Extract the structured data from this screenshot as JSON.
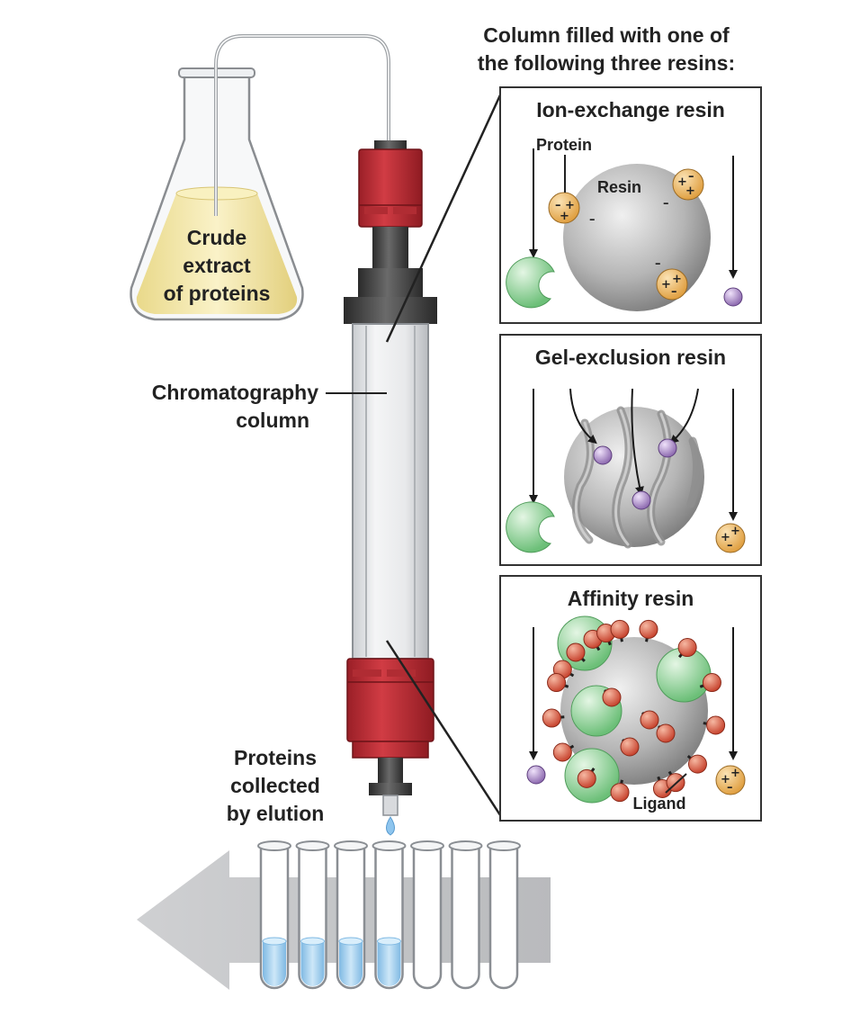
{
  "header": {
    "line1": "Column filled with one of",
    "line2": "the following three resins:"
  },
  "flask": {
    "line1": "Crude",
    "line2": "extract",
    "line3": "of proteins"
  },
  "column": {
    "line1": "Chromatography",
    "line2": "column"
  },
  "elution": {
    "line1": "Proteins",
    "line2": "collected",
    "line3": "by elution"
  },
  "panels": {
    "ion_exchange": {
      "title": "Ion-exchange resin",
      "protein_label": "Protein",
      "resin_label": "Resin"
    },
    "gel_exclusion": {
      "title": "Gel-exclusion resin"
    },
    "affinity": {
      "title": "Affinity resin",
      "ligand_label": "Ligand"
    }
  },
  "colors": {
    "column_red": "#c8323a",
    "liquid_yellow": "#f3e6a6",
    "protein_green": "#7fc98a",
    "charged_orange": "#e8a94e",
    "small_purple": "#9a78b8",
    "ligand_red": "#d4553a",
    "eluate_blue": "#a9d3f0"
  },
  "tubes": {
    "total": 7,
    "filled": 4
  }
}
